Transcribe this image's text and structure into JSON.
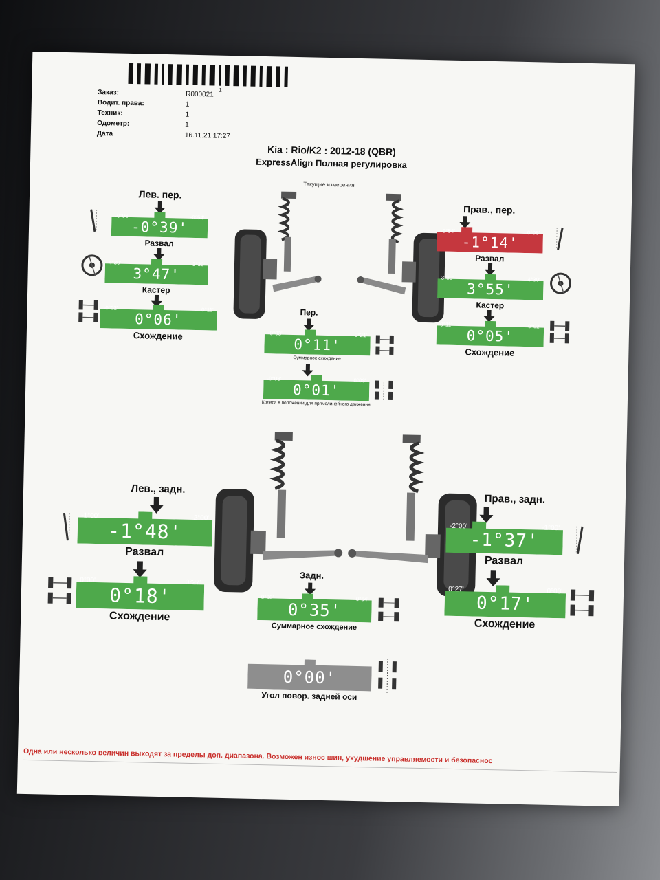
{
  "header": {
    "page_no": "1",
    "rows": [
      {
        "label": "Заказ:",
        "value": "R000021"
      },
      {
        "label": "Водит. права:",
        "value": "1"
      },
      {
        "label": "Техник:",
        "value": "1"
      },
      {
        "label": "Одометр:",
        "value": "1"
      },
      {
        "label": "Дата",
        "value": "16.11.21 17:27"
      }
    ]
  },
  "title": "Kia : Rio/K2 : 2012-18 (QBR)",
  "subtitle": "ExpressAlign Полная регулировка",
  "current_label": "Текущие измерения",
  "front_left": {
    "heading": "Лев. пер.",
    "camber": {
      "label": "Развал",
      "min": "-0°06'",
      "max": "-0°54'",
      "value": "-0°39'",
      "status": "ok"
    },
    "caster": {
      "label": "Кастер",
      "min": "4°30'",
      "max": "3°30'",
      "value": "3°47'",
      "status": "ok"
    },
    "toe": {
      "label": "Схождение",
      "min": "-0°02'",
      "max": "0°11'",
      "value": "0°06'",
      "status": "ok"
    }
  },
  "front_right": {
    "heading": "Прав., пер.",
    "camber": {
      "label": "Развал",
      "min": "-0°54'",
      "max": "0°06'",
      "value": "-1°14'",
      "status": "out"
    },
    "caster": {
      "label": "Кастер",
      "min": "3°30'",
      "max": "4°30'",
      "value": "3°55'",
      "status": "ok"
    },
    "toe": {
      "label": "Схождение",
      "min": "0°11'",
      "max": "-0°02'",
      "value": "0°05'",
      "status": "ok"
    }
  },
  "front_center": {
    "heading": "Пер.",
    "total_toe": {
      "label": "Суммарное схождение",
      "min": "-0°03'",
      "max": "0°21'",
      "value": "0°11'",
      "status": "ok"
    },
    "thrust": {
      "label": "Колеса в положении для прямолинейного движения",
      "min": "-0°03'",
      "max": "0°03'",
      "value": "0°01'",
      "status": "ok"
    }
  },
  "rear_left": {
    "heading": "Лев., задн.",
    "camber": {
      "label": "Развал",
      "min": "-1°00'",
      "max": "-2°00'",
      "value": "-1°48'",
      "status": "ok"
    },
    "toe": {
      "label": "Схождение",
      "min": "0°00'",
      "max": "0°27'",
      "value": "0°18'",
      "status": "ok"
    }
  },
  "rear_right": {
    "heading": "Прав., задн.",
    "camber": {
      "label": "Развал",
      "min": "-2°00'",
      "max": "-1°00'",
      "value": "-1°37'",
      "status": "ok"
    },
    "toe": {
      "label": "Схождение",
      "min": "0°27'",
      "max": "0°00'",
      "value": "0°17'",
      "status": "ok"
    }
  },
  "rear_center": {
    "heading": "Задн.",
    "total_toe": {
      "label": "Суммарное схождение",
      "min": "0°00'",
      "max": "0°54'",
      "value": "0°35'",
      "status": "ok"
    },
    "thrust_angle": {
      "label": "Угол повор. задней оси",
      "min": "",
      "max": "",
      "value": "0°00'",
      "status": "neutral"
    }
  },
  "colors": {
    "ok": "#4ea94b",
    "out": "#c5373e",
    "neutral": "#8e8e8e"
  },
  "warning": "Одна или несколько величин выходят за пределы доп. диапазона. Возможен износ шин, ухудшение управляемости и безопаснос"
}
